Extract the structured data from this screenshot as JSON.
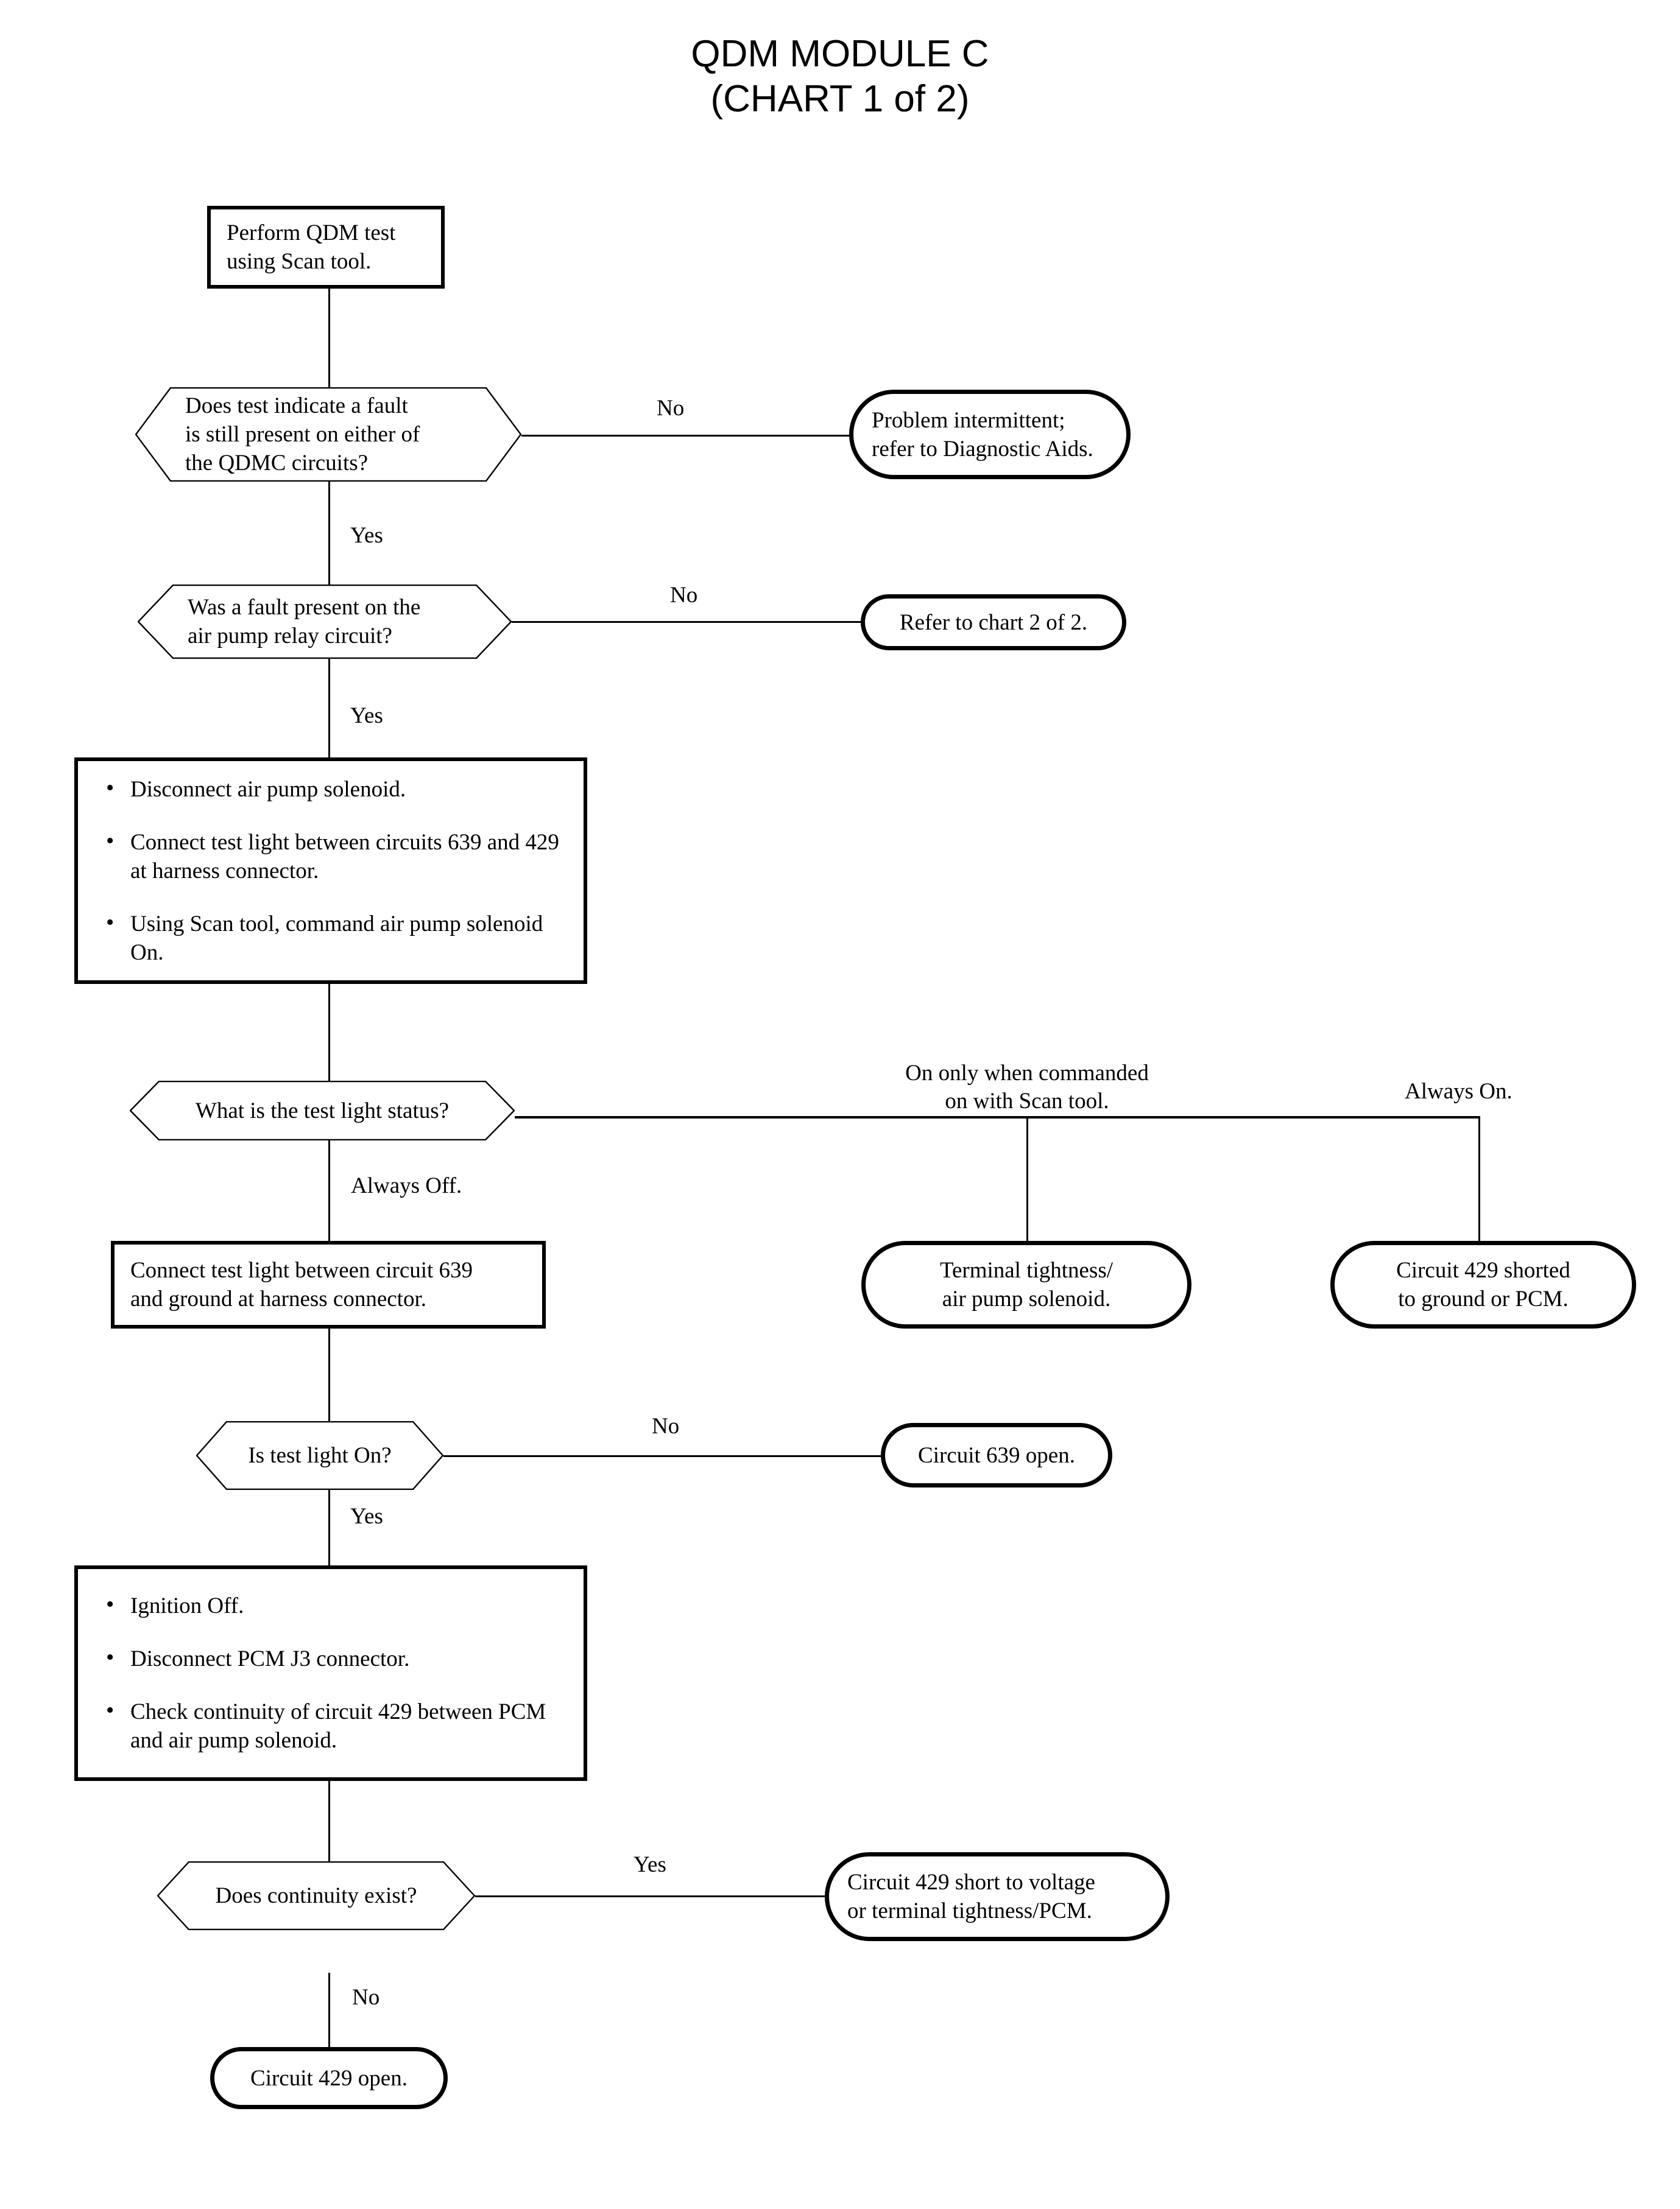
{
  "title": {
    "line1": "QDM MODULE C",
    "line2": "(CHART 1 of 2)"
  },
  "nodes": {
    "start": {
      "text": "Perform QDM test\nusing Scan tool."
    },
    "d1": {
      "text": "Does test indicate a fault\nis still present on either of\nthe QDMC circuits?"
    },
    "t1": {
      "text": "Problem intermittent;\nrefer to Diagnostic Aids."
    },
    "d2": {
      "text": "Was a fault present on the\nair pump relay circuit?"
    },
    "t2": {
      "text": "Refer to chart 2 of 2."
    },
    "p1": {
      "bullets": [
        "Disconnect air pump solenoid.",
        "Connect test light between circuits 639 and 429 at harness connector.",
        "Using Scan tool, command air pump solenoid On."
      ]
    },
    "d3": {
      "text": "What is the test light status?"
    },
    "p2": {
      "text": "Connect test light between circuit 639\nand ground at harness connector."
    },
    "t3": {
      "text": "Terminal tightness/\nair pump solenoid."
    },
    "t4": {
      "text": "Circuit 429 shorted\nto ground or PCM."
    },
    "d4": {
      "text": "Is test light On?"
    },
    "t5": {
      "text": "Circuit 639 open."
    },
    "p3": {
      "bullets": [
        "Ignition Off.",
        "Disconnect PCM J3 connector.",
        "Check continuity of circuit 429 between PCM and air pump solenoid."
      ]
    },
    "d5": {
      "text": "Does continuity exist?"
    },
    "t6": {
      "text": "Circuit 429 short to voltage\nor terminal tightness/PCM."
    },
    "t7": {
      "text": "Circuit 429 open."
    }
  },
  "edge_labels": {
    "d1_no": "No",
    "d1_yes": "Yes",
    "d2_no": "No",
    "d2_yes": "Yes",
    "d3_mid": "On only when commanded\non with Scan tool.",
    "d3_right": "Always On.",
    "d3_down": "Always Off.",
    "d4_no": "No",
    "d4_yes": "Yes",
    "d5_yes": "Yes",
    "d5_no": "No"
  },
  "colors": {
    "line": "#000000",
    "background": "#ffffff"
  }
}
